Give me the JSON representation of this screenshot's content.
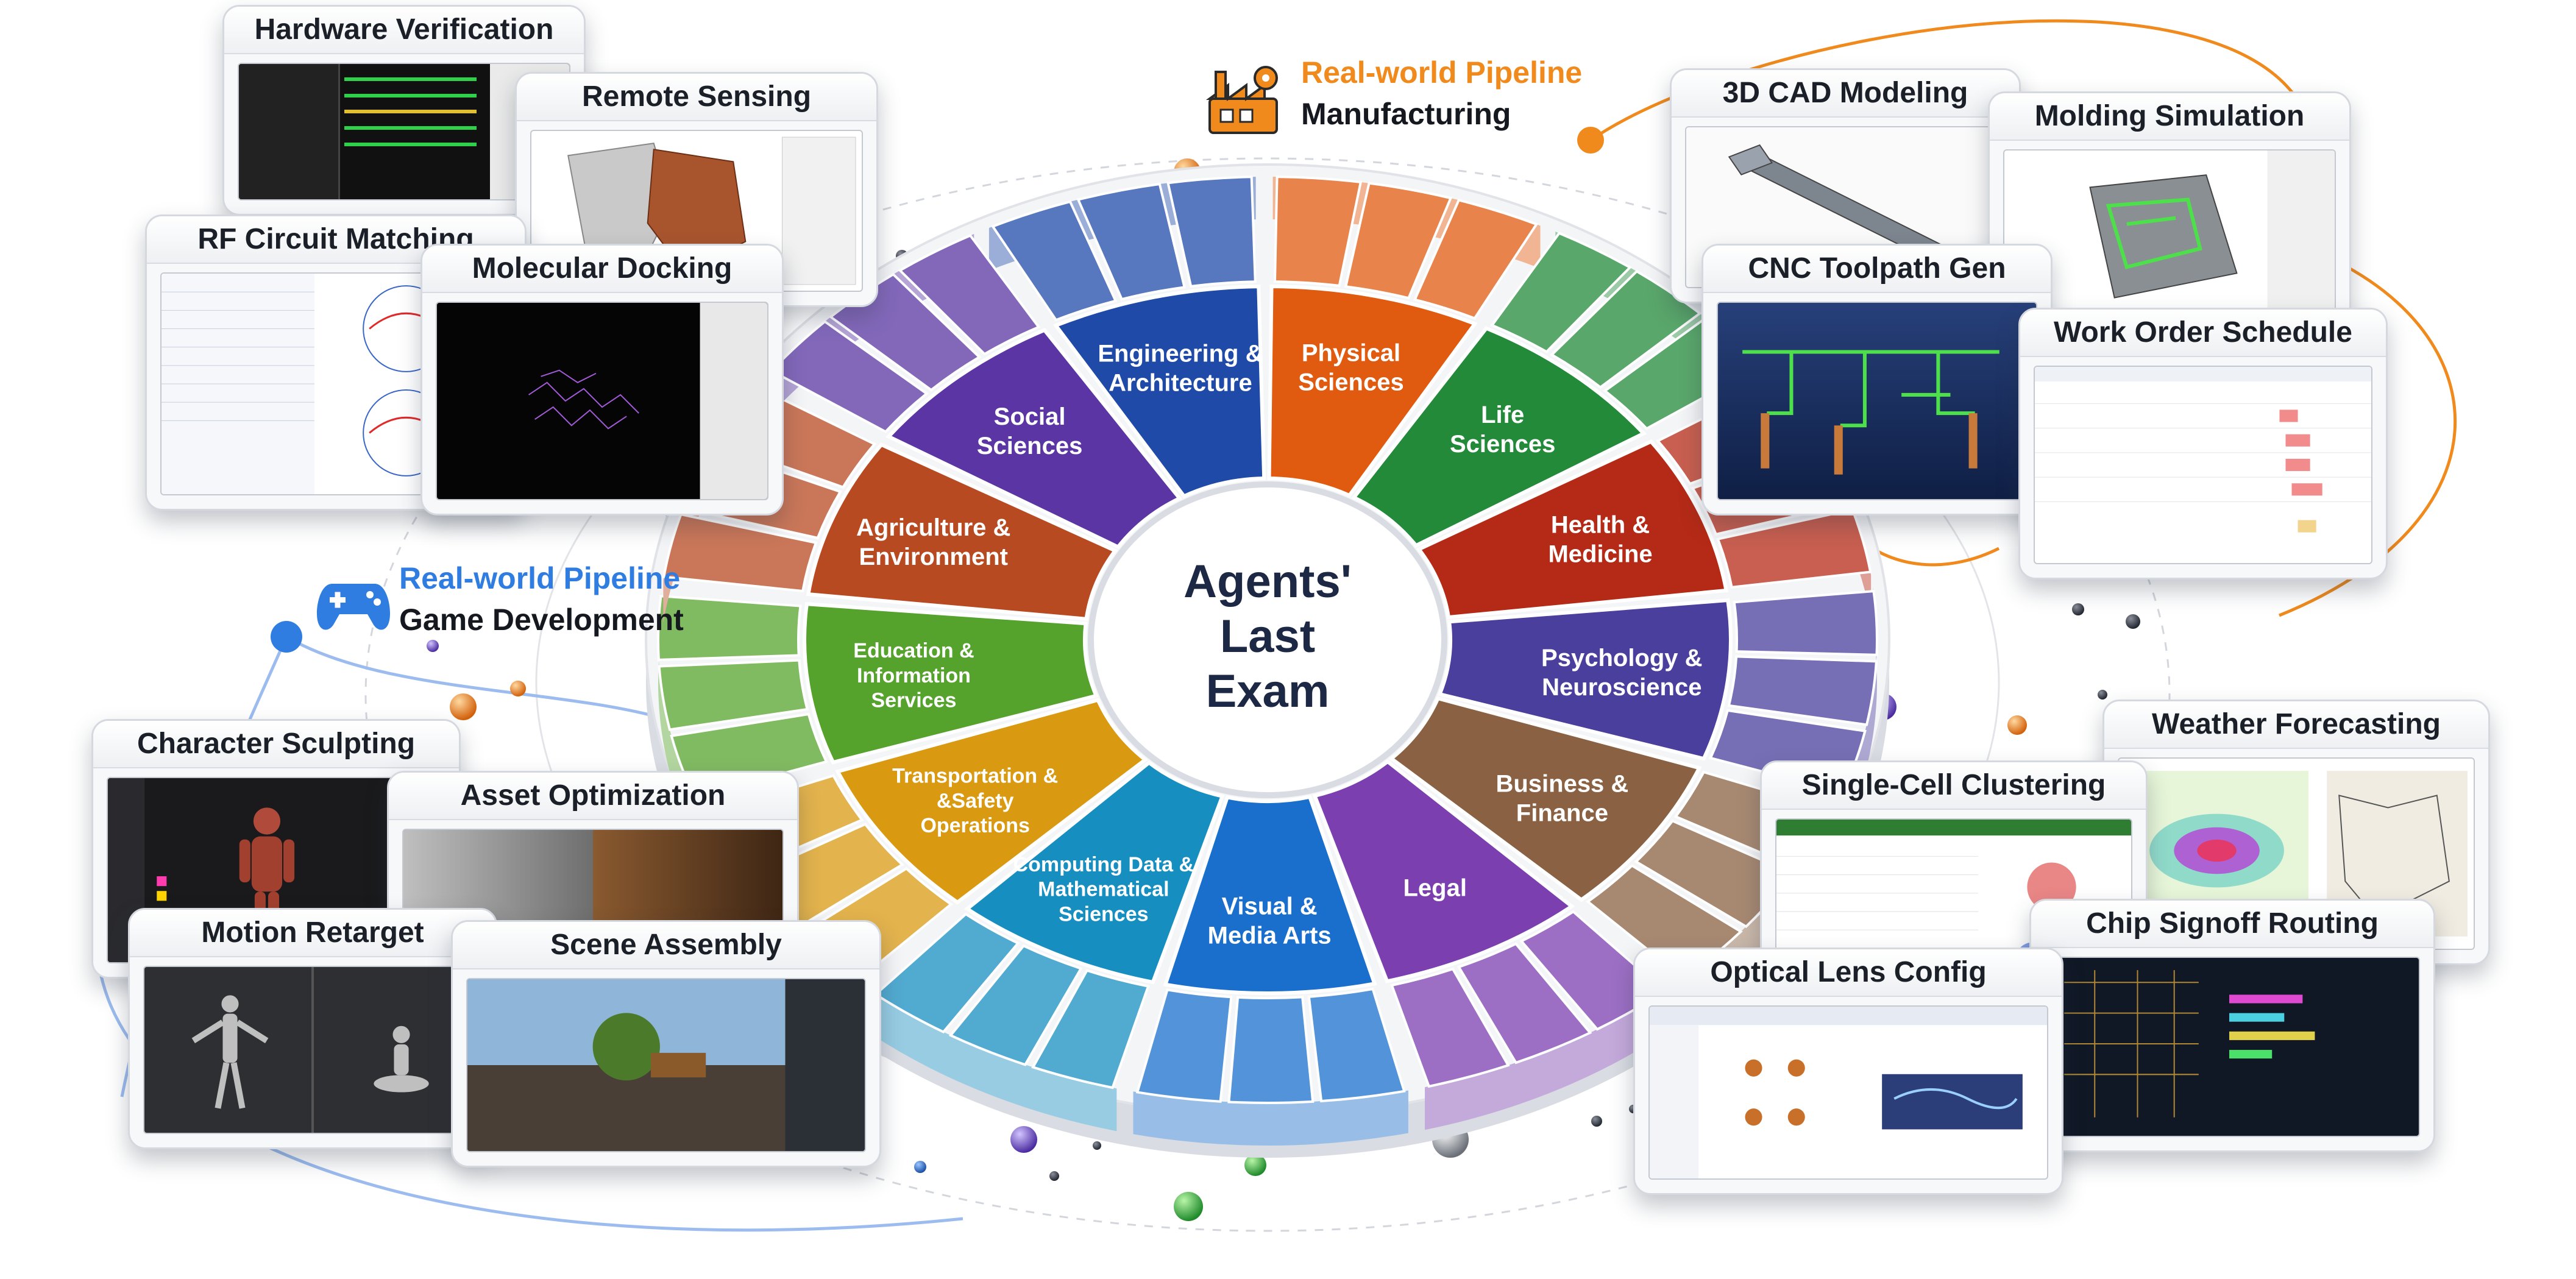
{
  "center_title": [
    "Agents'",
    "Last",
    "Exam"
  ],
  "sectors": [
    {
      "label": [
        "Engineering &",
        "Architecture"
      ],
      "color": "#1f4aa8"
    },
    {
      "label": [
        "Physical",
        "Sciences"
      ],
      "color": "#e05a10"
    },
    {
      "label": [
        "Life",
        "Sciences"
      ],
      "color": "#238a3a"
    },
    {
      "label": [
        "Health &",
        "Medicine"
      ],
      "color": "#b52a16"
    },
    {
      "label": [
        "Psychology &",
        "Neuroscience"
      ],
      "color": "#4a3f9c"
    },
    {
      "label": [
        "Business &",
        "Finance"
      ],
      "color": "#8a6243"
    },
    {
      "label": [
        "Legal"
      ],
      "color": "#7b3fb0"
    },
    {
      "label": [
        "Visual &",
        "Media Arts"
      ],
      "color": "#1a6fcc"
    },
    {
      "label": [
        "Computing Data &",
        "Mathematical",
        "Sciences"
      ],
      "color": "#178ec0"
    },
    {
      "label": [
        "Transportation &",
        "&Safety",
        "Operations"
      ],
      "color": "#d99a12"
    },
    {
      "label": [
        "Education &",
        "Information",
        "Services"
      ],
      "color": "#55a32c"
    },
    {
      "label": [
        "Agriculture &",
        "Environment"
      ],
      "color": "#b84a22"
    },
    {
      "label": [
        "Social",
        "Sciences"
      ],
      "color": "#5a35a3"
    }
  ],
  "pipelines": {
    "manufacturing": {
      "line1": "Real-world Pipeline",
      "line2": "Manufacturing",
      "accent": "#f08a1c"
    },
    "game": {
      "line1": "Real-world Pipeline",
      "line2": "Game Development",
      "accent": "#2f7de1"
    }
  },
  "cards": {
    "hardware_verification": "Hardware Verification",
    "remote_sensing": "Remote Sensing",
    "rf_circuit_matching": "RF Circuit Matching",
    "molecular_docking": "Molecular Docking",
    "cad_modeling": "3D CAD Modeling",
    "molding_simulation": "Molding Simulation",
    "cnc_toolpath": "CNC Toolpath Gen",
    "work_order_schedule": "Work Order Schedule",
    "character_sculpting": "Character Sculpting",
    "asset_optimization": "Asset Optimization",
    "motion_retarget": "Motion Retarget",
    "scene_assembly": "Scene Assembly",
    "weather_forecasting": "Weather Forecasting",
    "single_cell_clustering": "Single-Cell Clustering",
    "chip_signoff_routing": "Chip Signoff Routing",
    "optical_lens_config": "Optical Lens Config"
  },
  "icons": {
    "factory": "factory-icon",
    "gamepad": "gamepad-icon"
  }
}
